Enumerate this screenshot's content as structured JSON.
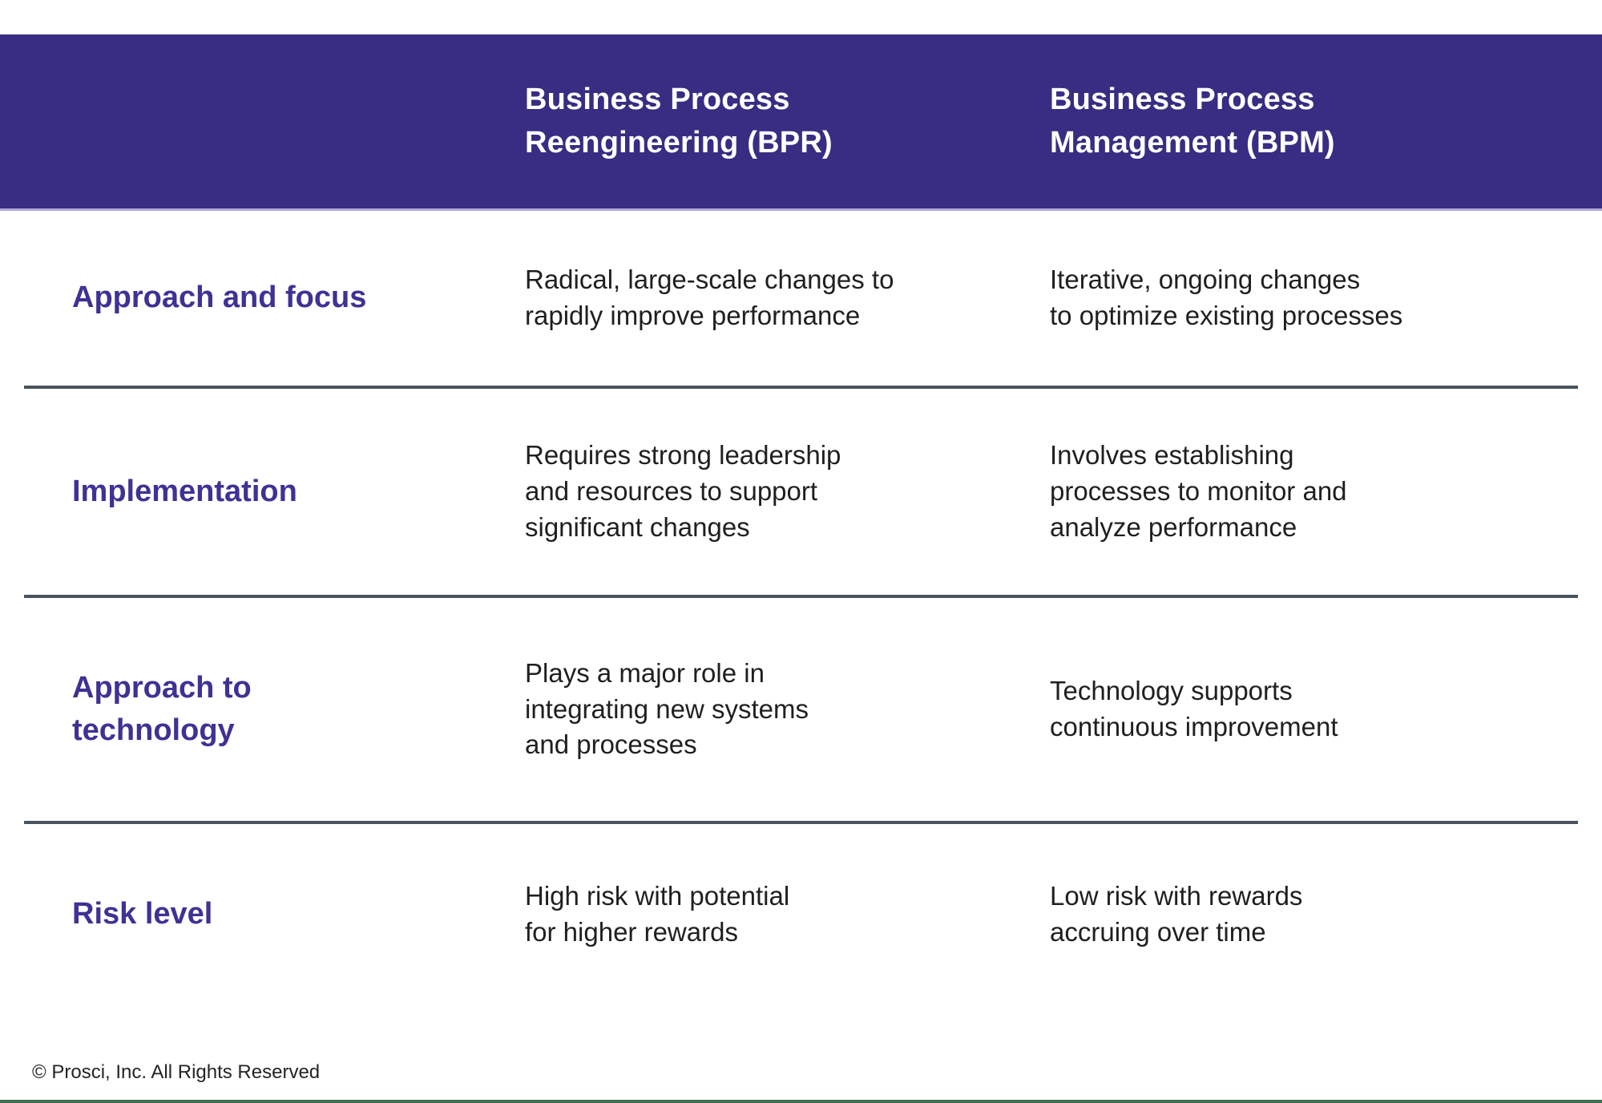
{
  "table": {
    "header": {
      "bpr": "Business Process\nReengineering (BPR)",
      "bpm": "Business Process\nManagement (BPM)"
    },
    "rows": [
      {
        "label": "Approach and focus",
        "bpr": "Radical, large-scale changes to\nrapidly improve performance",
        "bpm": "Iterative, ongoing changes\nto optimize existing processes"
      },
      {
        "label": "Implementation",
        "bpr": "Requires strong leadership\nand resources to support\nsignificant changes",
        "bpm": "Involves establishing\nprocesses to monitor and\nanalyze performance"
      },
      {
        "label": "Approach to\ntechnology",
        "bpr": "Plays a major role in\nintegrating new systems\nand processes",
        "bpm": "Technology supports\ncontinuous improvement"
      },
      {
        "label": "Risk level",
        "bpr": "High risk with potential\nfor higher rewards",
        "bpm": "Low risk with rewards\naccruing over time"
      }
    ]
  },
  "footer": {
    "copyright": "© Prosci, Inc. All Rights Reserved"
  },
  "colors": {
    "header_background": "#372D82",
    "header_underline": "#ACA7D8",
    "row_label_text": "#3E3294",
    "body_text": "#1F1F1F",
    "divider": "#4A535B",
    "bottom_accent": "#41704F"
  }
}
